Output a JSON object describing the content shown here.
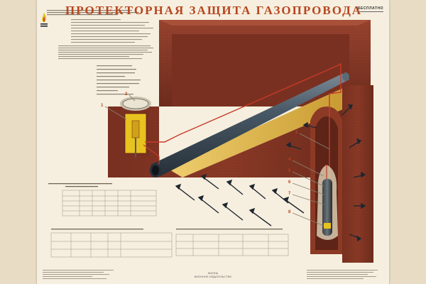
{
  "poster": {
    "title": "ПРОТЕКТОРНАЯ ЗАЩИТА ГАЗОПРОВОДА",
    "stamp": "БЕСПЛАТНО",
    "publisher": [
      "ЖИЗНЬ",
      "ВОЕННОЕ ИЗДАТЕЛЬСТВО"
    ]
  },
  "diagram": {
    "callouts": [
      {
        "label": "1"
      },
      {
        "label": "2"
      },
      {
        "label": "3"
      },
      {
        "label": "4"
      },
      {
        "label": "5"
      },
      {
        "label": "6"
      },
      {
        "label": "7"
      },
      {
        "label": "8"
      }
    ]
  },
  "colors": {
    "title": "#b8451f",
    "soil": "#8c3a26",
    "trench_floor": "#e0b84a",
    "pipe": "#3f4f5e",
    "cable": "#c73a2a",
    "anode": "#2a3035",
    "box": "#e8c21e",
    "arrow": "#1f2630",
    "paper": "#f6efdf"
  }
}
